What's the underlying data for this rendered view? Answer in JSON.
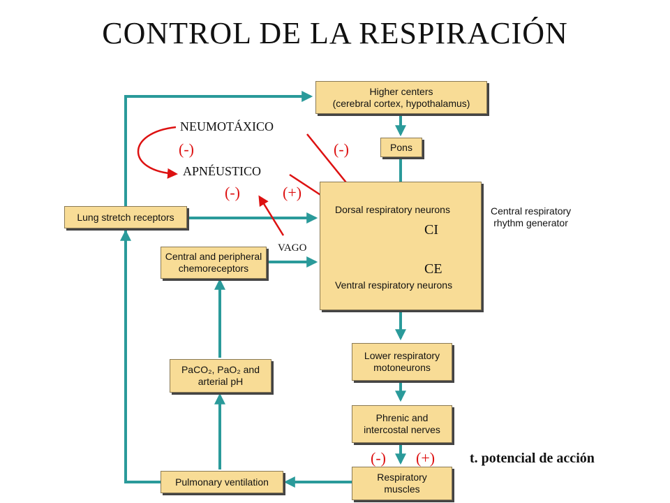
{
  "title": "CONTROL DE LA RESPIRACIÓN",
  "colors": {
    "flow_arrows": "#2a9a9a",
    "annotations": "#dd1111",
    "box_fill": "#f8dc96"
  },
  "boxes": {
    "higher_centers": [
      "Higher centers",
      "(cerebral cortex, hypothalamus)"
    ],
    "pons": "Pons",
    "lung_stretch": "Lung stretch receptors",
    "chemoreceptors": [
      "Central and peripheral",
      "chemoreceptors"
    ],
    "generator_dorsal": "Dorsal respiratory neurons",
    "generator_ventral": "Ventral respiratory neurons",
    "paco2": [
      "PaCO₂, PaO₂ and",
      "arterial pH"
    ],
    "lower_moto": [
      "Lower respiratory",
      "motoneurons"
    ],
    "phrenic": [
      "Phrenic and",
      "intercostal nerves"
    ],
    "pulmonary_vent": "Pulmonary ventilation",
    "resp_muscles": [
      "Respiratory",
      "muscles"
    ]
  },
  "generator_caption": [
    "Central respiratory",
    "rhythm generator"
  ],
  "annotations": {
    "neumotaxico": "NEUMOTÁXICO",
    "apneustico": "APNÉUSTICO",
    "vago": "VAGO",
    "ci": "CI",
    "ce": "CE",
    "minus_left": "(-)",
    "minus_right": "(-)",
    "minus_apn": "(-)",
    "plus_apn": "(+)",
    "minus_bottom": "(-)",
    "plus_bottom": "(+)",
    "potencial": "t. potencial de acción"
  }
}
